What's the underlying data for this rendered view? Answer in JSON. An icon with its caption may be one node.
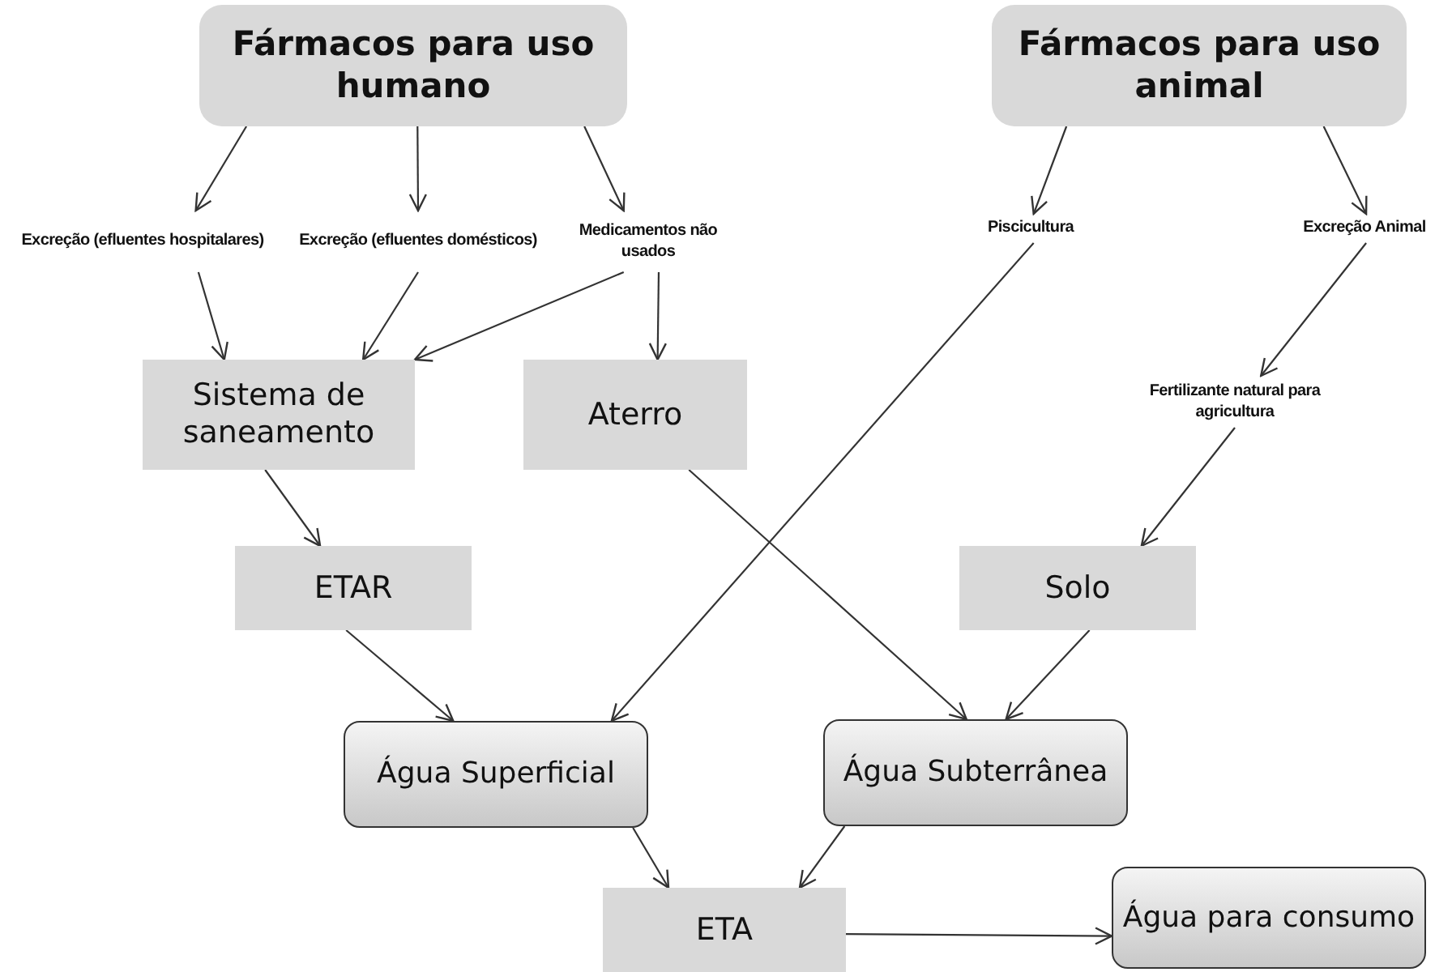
{
  "diagram": {
    "nodes": [
      {
        "text": [
          "Fármacos para uso humano"
        ]
      },
      {
        "text": [
          "Fármacos para uso animal"
        ]
      },
      {
        "text": [
          "Excreção (efluentes hospitalares)"
        ]
      },
      {
        "text": [
          "Excreção (efluentes domésticos)"
        ]
      },
      {
        "text": [
          "Medicamentos não usados"
        ]
      },
      {
        "text": [
          "Piscicultura"
        ]
      },
      {
        "text": [
          "Excreção Animal"
        ]
      },
      {
        "text": [
          "Sistema de saneamento"
        ]
      },
      {
        "text": [
          "Aterro"
        ]
      },
      {
        "text": [
          "Fertilizante natural para agricultura"
        ]
      },
      {
        "text": [
          "ETAR"
        ]
      },
      {
        "text": [
          "Solo"
        ]
      },
      {
        "text": [
          "Água Superficial"
        ]
      },
      {
        "text": [
          "Água Subterrânea"
        ]
      },
      {
        "text": [
          "ETA"
        ]
      },
      {
        "text": [
          "Água para consumo"
        ]
      }
    ],
    "edges": [
      {
        "from": 0,
        "to": 2,
        "arrow": "to"
      },
      {
        "from": 0,
        "to": 3,
        "arrow": "to"
      },
      {
        "from": 0,
        "to": 4,
        "arrow": "to"
      },
      {
        "from": 1,
        "to": 5,
        "arrow": "to"
      },
      {
        "from": 1,
        "to": 6,
        "arrow": "to"
      },
      {
        "from": 2,
        "to": 7,
        "arrow": "to"
      },
      {
        "from": 3,
        "to": 7,
        "arrow": "to"
      },
      {
        "from": 4,
        "to": 7,
        "arrow": "to"
      },
      {
        "from": 4,
        "to": 8,
        "arrow": "to"
      },
      {
        "from": 6,
        "to": 9,
        "arrow": "to"
      },
      {
        "from": 9,
        "to": 11,
        "arrow": "to"
      },
      {
        "from": 7,
        "to": 10,
        "arrow": "to"
      },
      {
        "from": 8,
        "to": 13,
        "arrow": "to"
      },
      {
        "from": 5,
        "to": 12,
        "arrow": "to"
      },
      {
        "from": 10,
        "to": 12,
        "arrow": "to"
      },
      {
        "from": 11,
        "to": 13,
        "arrow": "to"
      },
      {
        "from": 12,
        "to": 14,
        "arrow": "to"
      },
      {
        "from": 13,
        "to": 14,
        "arrow": "to"
      },
      {
        "from": 14,
        "to": 15,
        "arrow": "to"
      }
    ]
  }
}
